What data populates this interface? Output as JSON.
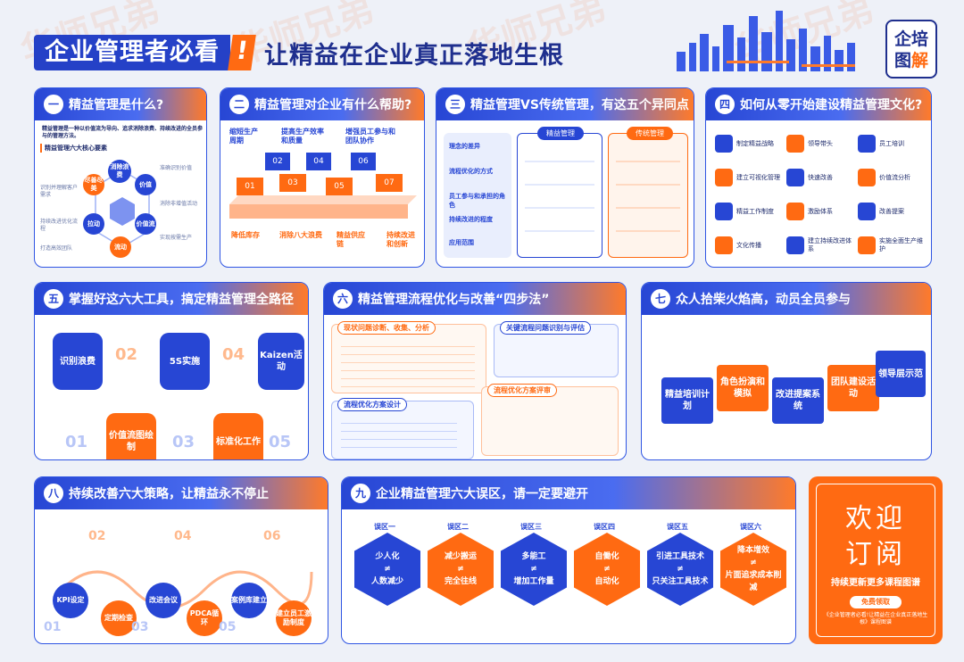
{
  "header": {
    "title_a": "企业管理者必看",
    "title_bang": "!",
    "title_b": "让精益在企业真正落地生根"
  },
  "logo": {
    "l1": "企培",
    "l2a": "图",
    "l2b": "解"
  },
  "watermark": "华师兄弟",
  "p1": {
    "num": "一",
    "title": "精益管理是什么?",
    "intro": "精益管理是一种以价值流为导向、追求消除浪费、持续改进的全员参与的管理方法。",
    "sub": "精益管理六大核心要素",
    "nodes": [
      "消除浪费",
      "价值",
      "价值流",
      "流动",
      "拉动",
      "尽善尽美"
    ],
    "left": [
      "识别并理解客户需求",
      "持续改进优化流程",
      "打造高效团队"
    ],
    "right": [
      "准确识别价值",
      "消除非增值活动",
      "实现按需生产"
    ]
  },
  "p2": {
    "num": "二",
    "title": "精益管理对企业有什么帮助?",
    "top": [
      "缩短生产周期",
      "提高生产效率和质量",
      "增强员工参与和团队协作"
    ],
    "steps": [
      "01",
      "02",
      "03",
      "04",
      "05",
      "06",
      "07"
    ],
    "bottom": [
      "降低库存",
      "消除八大浪费",
      "精益供应链",
      "持续改进和创新"
    ]
  },
  "p3": {
    "num": "三",
    "title": "精益管理VS传统管理，有这五个异同点",
    "col1": "精益管理",
    "col2": "传统管理",
    "rows": [
      "理念的差异",
      "流程优化的方式",
      "员工参与和承担的角色",
      "持续改进的程度",
      "应用范围"
    ]
  },
  "p4": {
    "num": "四",
    "title": "如何从零开始建设精益管理文化?",
    "items": [
      "制定精益战略",
      "领导带头",
      "员工培训",
      "建立可视化管理",
      "快速改善",
      "价值流分析",
      "精益工作制度",
      "激励体系",
      "改善提案",
      "文化传播",
      "建立持续改进体系",
      "实施全面生产维护"
    ]
  },
  "p5": {
    "num": "五",
    "title": "掌握好这六大工具，搞定精益管理全路径",
    "tools": [
      "识别浪费",
      "价值流图绘制",
      "5S实施",
      "标准化工作",
      "Kaizen活动"
    ],
    "nums": [
      "01",
      "02",
      "03",
      "04",
      "05"
    ]
  },
  "p6": {
    "num": "六",
    "title": "精益管理流程优化与改善“四步法”",
    "s1": "现状问题诊断、收集、分析",
    "s2": "关键流程问题识别与评估",
    "s3": "流程优化方案设计",
    "s4": "流程优化方案评审"
  },
  "p7": {
    "num": "七",
    "title": "众人拾柴火焰高，动员全员参与",
    "steps": [
      "精益培训计划",
      "角色扮演和模拟",
      "改进提案系统",
      "团队建设活动",
      "领导层示范"
    ]
  },
  "p8": {
    "num": "八",
    "title": "持续改善六大策略，让精益永不停止",
    "items": [
      "KPI设定",
      "定期检查",
      "改进会议",
      "PDCA循环",
      "案例库建立",
      "建立员工激励制度"
    ],
    "nums": [
      "01",
      "02",
      "03",
      "04",
      "05",
      "06"
    ]
  },
  "p9": {
    "num": "九",
    "title": "企业精益管理六大误区，请一定要避开",
    "tags": [
      "误区一",
      "误区二",
      "误区三",
      "误区四",
      "误区五",
      "误区六"
    ],
    "items": [
      [
        "少人化",
        "≠",
        "人数减少"
      ],
      [
        "减少搬运",
        "≠",
        "完全往线"
      ],
      [
        "多能工",
        "≠",
        "增加工作量"
      ],
      [
        "自働化",
        "≠",
        "自动化"
      ],
      [
        "引进工具技术",
        "≠",
        "只关注工具技术"
      ],
      [
        "降本增效",
        "≠",
        "片面追求成本削减"
      ]
    ]
  },
  "sub": {
    "l1": "欢迎",
    "l2": "订阅",
    "desc": "持续更新更多课程图谱",
    "pill": "免费领取",
    "small": "《企业管理者必看!让精益在企业真正落地生根》课程图谱"
  },
  "colors": {
    "blue": "#2746d4",
    "orange": "#ff6a12"
  }
}
